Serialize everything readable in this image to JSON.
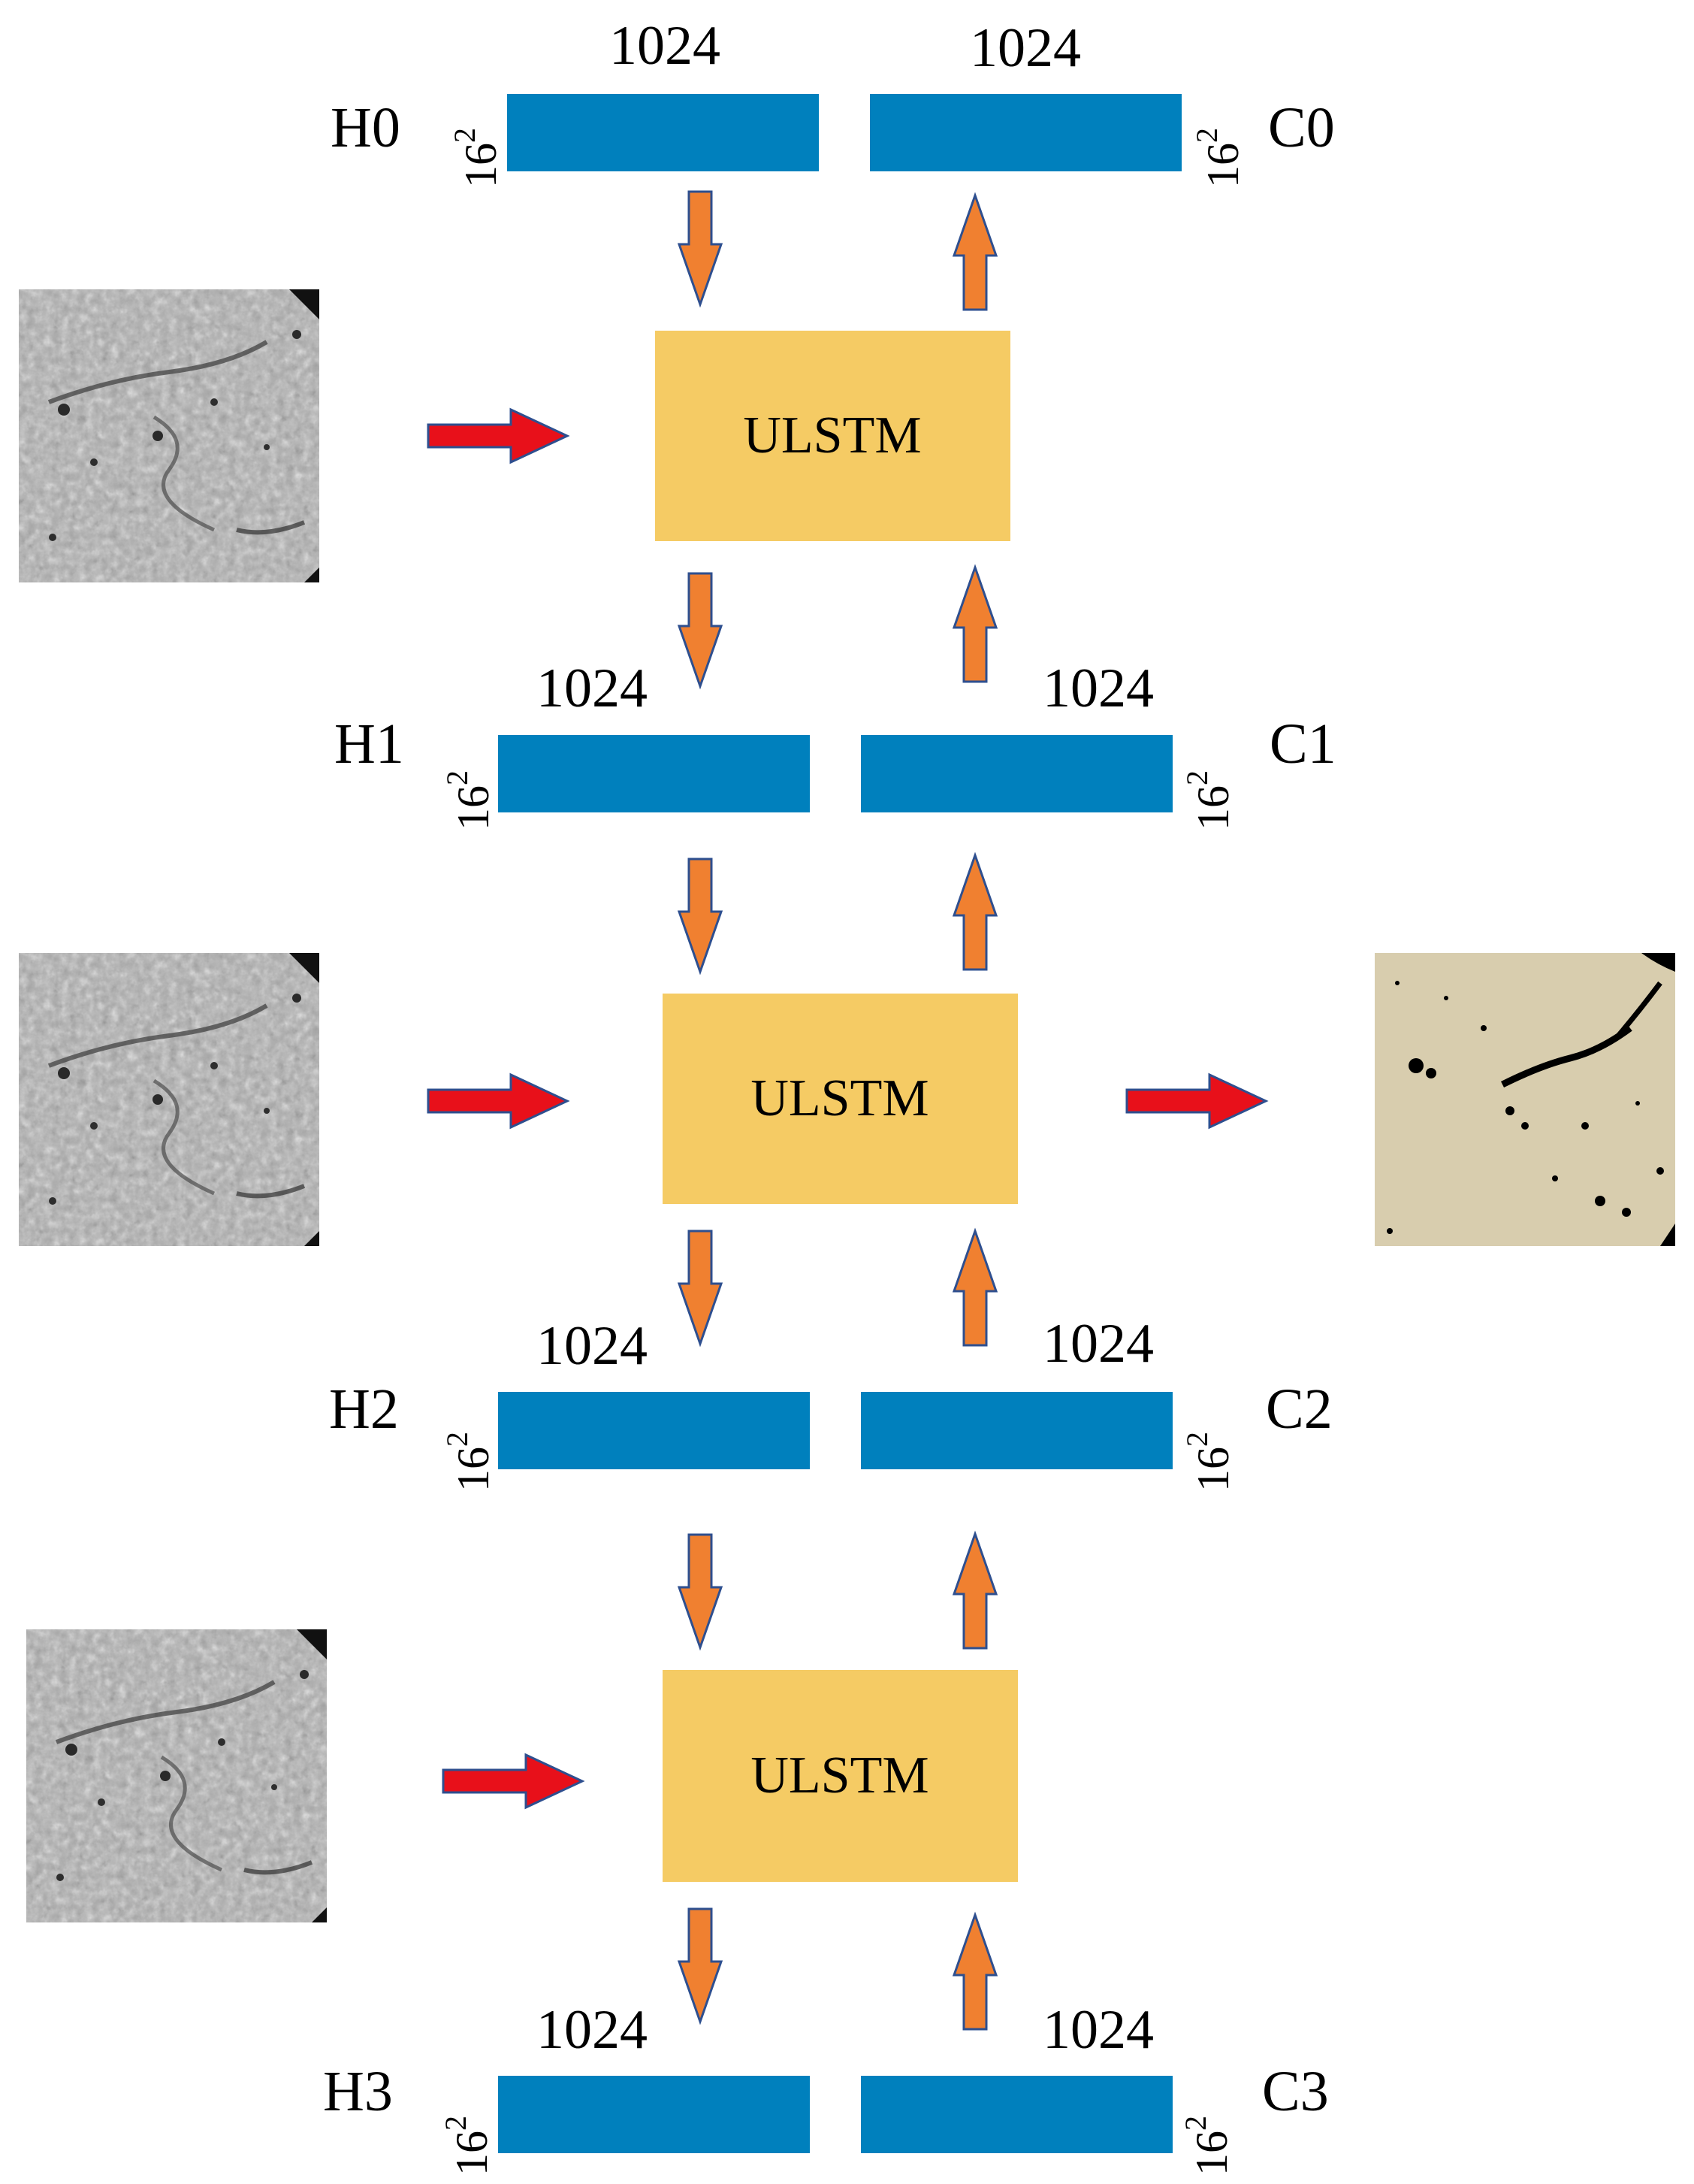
{
  "colors": {
    "tensor_bar": "#0080BD",
    "ulstm_box": "#F5CB64",
    "flow_arrow": "#F08030",
    "flow_arrow_stroke": "#2E4F8F",
    "input_arrow": "#E8101A",
    "output_bg": "#D8CDAE"
  },
  "ulstm_label": "ULSTM",
  "rows": [
    {
      "h_label": "H0",
      "c_label": "C0",
      "h_width": "1024",
      "c_width": "1024",
      "h_height": "16",
      "c_height": "16",
      "exp": "2"
    },
    {
      "h_label": "H1",
      "c_label": "C1",
      "h_width": "1024",
      "c_width": "1024",
      "h_height": "16",
      "c_height": "16",
      "exp": "2"
    },
    {
      "h_label": "H2",
      "c_label": "C2",
      "h_width": "1024",
      "c_width": "1024",
      "h_height": "16",
      "c_height": "16",
      "exp": "2"
    },
    {
      "h_label": "H3",
      "c_label": "C3",
      "h_width": "1024",
      "c_width": "1024",
      "h_height": "16",
      "c_height": "16",
      "exp": "2"
    }
  ],
  "icons": {
    "input_image": "grayscale-ct-slice",
    "output_image": "segmentation-mask"
  }
}
